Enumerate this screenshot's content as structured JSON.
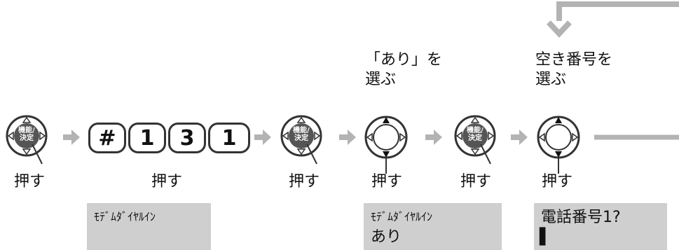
{
  "steps": [
    {
      "kind": "func-button",
      "inner_label": "機能/\n決定",
      "caption": "押す"
    },
    {
      "kind": "key-sequence",
      "keys": [
        "#",
        "1",
        "3",
        "1"
      ],
      "caption": "押す"
    },
    {
      "kind": "func-button",
      "inner_label": "機能/\n決定",
      "caption": "押す"
    },
    {
      "kind": "updown-button",
      "caption": "押す",
      "instruction": [
        "「あり」を",
        "選ぶ"
      ]
    },
    {
      "kind": "func-button",
      "inner_label": "機能/\n決定",
      "caption": "押す"
    },
    {
      "kind": "updown-button",
      "caption": "押す",
      "instruction": [
        "空き番号を",
        "選ぶ"
      ]
    }
  ],
  "screens": [
    {
      "line1": "ﾓﾃﾞﾑﾀﾞｲﾔﾙｲﾝ",
      "line2": ""
    },
    {
      "line1": "ﾓﾃﾞﾑﾀﾞｲﾔﾙｲﾝ",
      "line2": "あり"
    },
    {
      "line1": "電話番号1?",
      "line2": "▌"
    }
  ],
  "colors": {
    "arrow": "#b3b3b3",
    "button_dark": "#555555",
    "screen": "#cfcfcf"
  }
}
